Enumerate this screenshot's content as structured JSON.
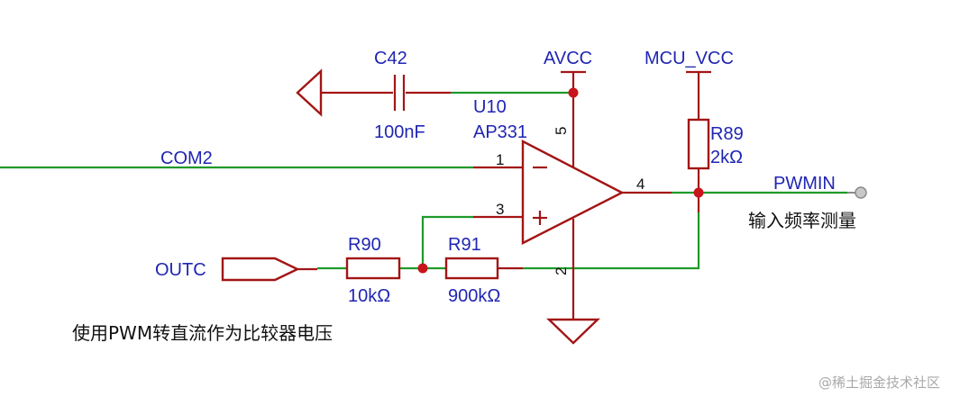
{
  "components": {
    "c42": {
      "ref": "C42",
      "value": "100nF"
    },
    "u10": {
      "ref": "U10",
      "part": "AP331"
    },
    "r89": {
      "ref": "R89",
      "value": "2kΩ"
    },
    "r90": {
      "ref": "R90",
      "value": "10kΩ"
    },
    "r91": {
      "ref": "R91",
      "value": "900kΩ"
    }
  },
  "nets": {
    "avcc": "AVCC",
    "mcu_vcc": "MCU_VCC",
    "com2": "COM2",
    "pwmin": "PWMIN",
    "outc": "OUTC"
  },
  "pins": {
    "p1": "1",
    "p2": "2",
    "p3": "3",
    "p4": "4",
    "p5": "5",
    "minus": "−",
    "plus": "+"
  },
  "notes": {
    "pwmin_note": "输入频率测量",
    "comparator_note": "使用PWM转直流作为比较器电压"
  },
  "watermark": "@稀土掘金技术社区",
  "colors": {
    "net_label": "#1f25b3",
    "wire": "#1f9a2a",
    "component": "#a31515",
    "junction": "#c8151b"
  }
}
